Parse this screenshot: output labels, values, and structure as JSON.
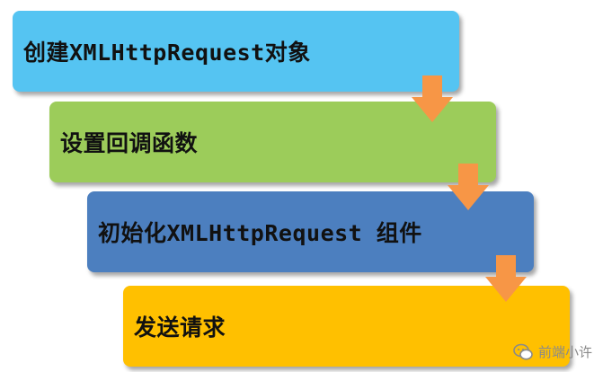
{
  "diagram": {
    "steps": [
      {
        "label": "创建XMLHttpRequest对象",
        "color": "#4fc3f7"
      },
      {
        "label": "设置回调函数",
        "color": "#92d050"
      },
      {
        "label": "初始化XMLHttpRequest 组件",
        "color": "#4a7ebf"
      },
      {
        "label": "发送请求",
        "color": "#ffc000"
      }
    ],
    "arrow_color": "#f79646",
    "watermark": "前端小许"
  }
}
